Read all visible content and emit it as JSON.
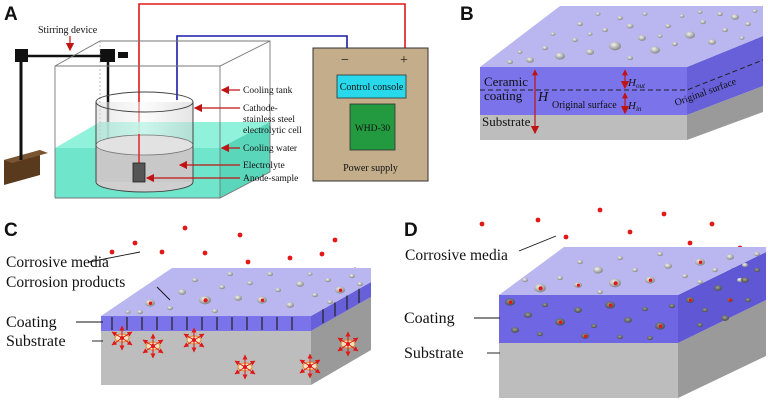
{
  "panels": {
    "a": {
      "letter": "A",
      "stirring_device": "Stirring device",
      "cooling_tank": "Cooling tank",
      "cathode_line1": "Cathode-",
      "cathode_line2": "stainless steel",
      "cathode_line3": "electrolytic cell",
      "cooling_water": "Cooling water",
      "electrolyte": "Electrolyte",
      "anode_sample": "Anode-sample",
      "minus_sign": "−",
      "plus_sign": "+",
      "control_console": "Control console",
      "device_model": "WHD-30",
      "power_supply": "Power supply"
    },
    "b": {
      "letter": "B",
      "ceramic_line1": "Ceramic",
      "ceramic_line2": "coating",
      "substrate": "Substrate",
      "h_total": "H",
      "h_out": "H",
      "h_out_sub": "out",
      "h_in": "H",
      "h_in_sub": "in",
      "original_surface_front": "Original surface",
      "original_surface_side": "Original surface"
    },
    "c": {
      "letter": "C",
      "corrosive_media": "Corrosive media",
      "corrosion_products": "Corrosion products",
      "coating": "Coating",
      "substrate": "Substrate"
    },
    "d": {
      "letter": "D",
      "corrosive_media": "Corrosive media",
      "coating": "Coating",
      "substrate": "Substrate"
    }
  },
  "colors": {
    "coating_top": "#b9b6f0",
    "coating_front": "#7b73ea",
    "coating_side": "#6860d8",
    "substrate_front": "#bdbdbd",
    "substrate_side": "#9a9a9a",
    "cooling_water": "#5fe3c5",
    "power_supply_box": "#c3ad8a",
    "control_console": "#27d9ea",
    "meter": "#239a3f",
    "wire_red": "#e01818",
    "wire_blue": "#1a1aa8",
    "corrosive_particle": "#e01818",
    "wood_block": "#5a3a1c"
  }
}
